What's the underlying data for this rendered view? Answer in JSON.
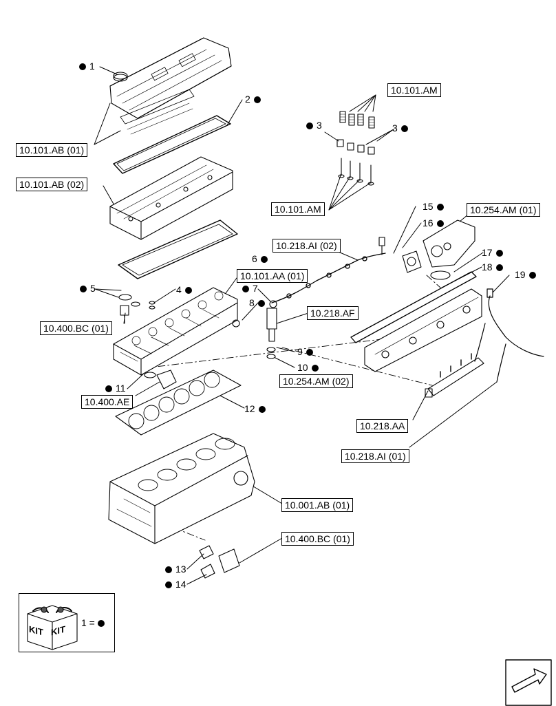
{
  "callouts": {
    "c1": "1",
    "c2": "2",
    "c3a": "3",
    "c3b": "3",
    "c4": "4",
    "c5": "5",
    "c6": "6",
    "c7": "7",
    "c8": "8",
    "c9": "9",
    "c10": "10",
    "c11": "11",
    "c12": "12",
    "c13": "13",
    "c14": "14",
    "c15": "15",
    "c16": "16",
    "c17": "17",
    "c18": "18",
    "c19": "19"
  },
  "references": {
    "r_101AB_01": "10.101.AB (01)",
    "r_101AB_02": "10.101.AB (02)",
    "r_101AM_top": "10.101.AM",
    "r_101AM_mid": "10.101.AM",
    "r_254AM_01": "10.254.AM (01)",
    "r_218AI_02": "10.218.AI (02)",
    "r_101AA_01": "10.101.AA (01)",
    "r_218AF": "10.218.AF",
    "r_400BC_01_a": "10.400.BC (01)",
    "r_400AE": "10.400.AE",
    "r_254AM_02": "10.254.AM (02)",
    "r_218AA": "10.218.AA",
    "r_218AI_01": "10.218.AI (01)",
    "r_001AB_01": "10.001.AB (01)",
    "r_400BC_01_b": "10.400.BC (01)"
  },
  "legend": {
    "kit_text_left": "KIT",
    "kit_text_right": "KIT",
    "equals": "1 ="
  },
  "colors": {
    "ink": "#000000",
    "paper": "#ffffff",
    "shade": "#d8d8d8"
  }
}
